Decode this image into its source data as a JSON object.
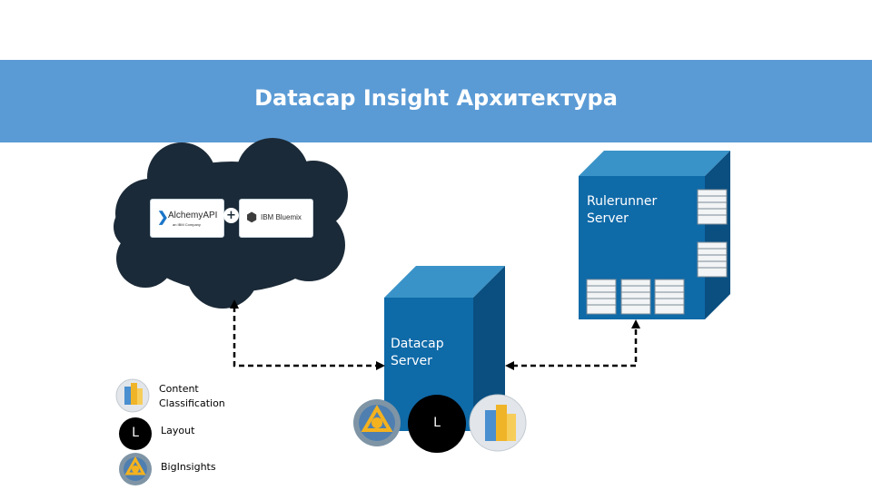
{
  "title": "Datacap Insight Архитектура",
  "cloud": {
    "alchemy_logo_text": "AlchemyAPI",
    "alchemy_logo_sub": "an IBM Company",
    "plus": "+",
    "bluemix_logo_text": "IBM Bluemix"
  },
  "servers": {
    "rulerunner": {
      "line1": "Rulerunner",
      "line2": "Server"
    },
    "datacap": {
      "line1": "Datacap",
      "line2": "Server",
      "badge": "L"
    }
  },
  "legend": {
    "content": {
      "line1": "Content",
      "line2": "Classification"
    },
    "layout": {
      "label": "Layout",
      "badge": "L"
    },
    "biginsights": {
      "label": "BigInsights"
    }
  },
  "colors": {
    "banner": "#5b9bd5",
    "cloud": "#1b2a38",
    "server_front": "#0f6aa8",
    "server_top": "#3a93c8",
    "server_side": "#0a4f80"
  }
}
